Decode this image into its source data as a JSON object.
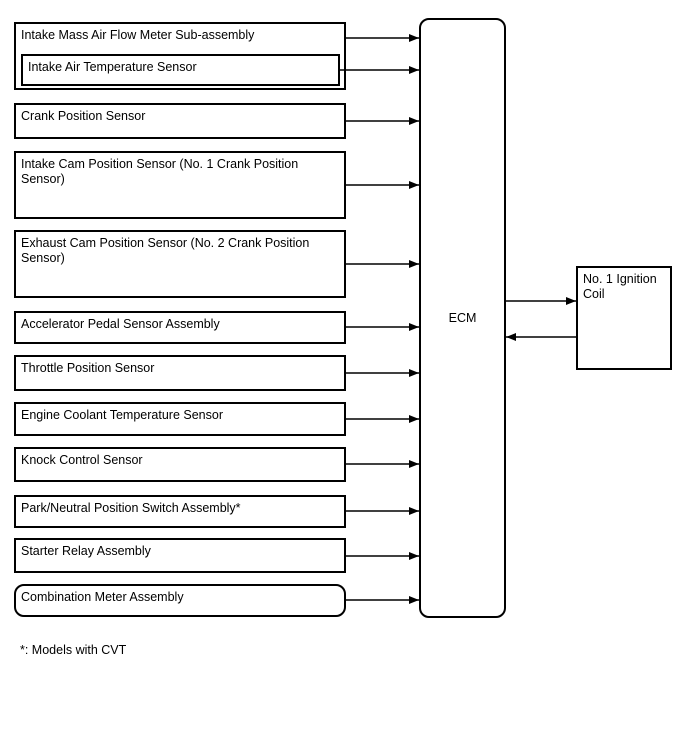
{
  "diagram": {
    "type": "block-diagram",
    "controller": {
      "label": "ECM"
    },
    "inputs": [
      {
        "label": "Intake Mass Air Flow Meter Sub-assembly"
      },
      {
        "label": "Intake Air Temperature Sensor",
        "nested_in": "Intake Mass Air Flow Meter Sub-assembly"
      },
      {
        "label": "Crank Position Sensor"
      },
      {
        "label": "Intake Cam Position Sensor (No. 1 Crank Position Sensor)"
      },
      {
        "label": "Exhaust Cam Position Sensor (No. 2 Crank Position Sensor)"
      },
      {
        "label": "Accelerator Pedal Sensor Assembly"
      },
      {
        "label": "Throttle Position Sensor"
      },
      {
        "label": "Engine Coolant Temperature Sensor"
      },
      {
        "label": "Knock Control Sensor"
      },
      {
        "label": "Park/Neutral Position Switch Assembly*"
      },
      {
        "label": "Starter Relay Assembly"
      },
      {
        "label": "Combination Meter Assembly"
      }
    ],
    "outputs": [
      {
        "label": "No. 1 Ignition Coil"
      }
    ],
    "connections": [
      {
        "from": "Intake Mass Air Flow Meter Sub-assembly",
        "to": "ECM"
      },
      {
        "from": "Intake Air Temperature Sensor",
        "to": "ECM"
      },
      {
        "from": "Crank Position Sensor",
        "to": "ECM"
      },
      {
        "from": "Intake Cam Position Sensor (No. 1 Crank Position Sensor)",
        "to": "ECM"
      },
      {
        "from": "Exhaust Cam Position Sensor (No. 2 Crank Position Sensor)",
        "to": "ECM"
      },
      {
        "from": "Accelerator Pedal Sensor Assembly",
        "to": "ECM"
      },
      {
        "from": "Throttle Position Sensor",
        "to": "ECM"
      },
      {
        "from": "Engine Coolant Temperature Sensor",
        "to": "ECM"
      },
      {
        "from": "Knock Control Sensor",
        "to": "ECM"
      },
      {
        "from": "Park/Neutral Position Switch Assembly*",
        "to": "ECM"
      },
      {
        "from": "Starter Relay Assembly",
        "to": "ECM"
      },
      {
        "from": "Combination Meter Assembly",
        "to": "ECM"
      },
      {
        "from": "ECM",
        "to": "No. 1 Ignition Coil"
      },
      {
        "from": "No. 1 Ignition Coil",
        "to": "ECM"
      }
    ],
    "footnote": "*: Models with CVT",
    "colors": {
      "line": "#000000",
      "background": "#ffffff",
      "text": "#000000"
    }
  }
}
